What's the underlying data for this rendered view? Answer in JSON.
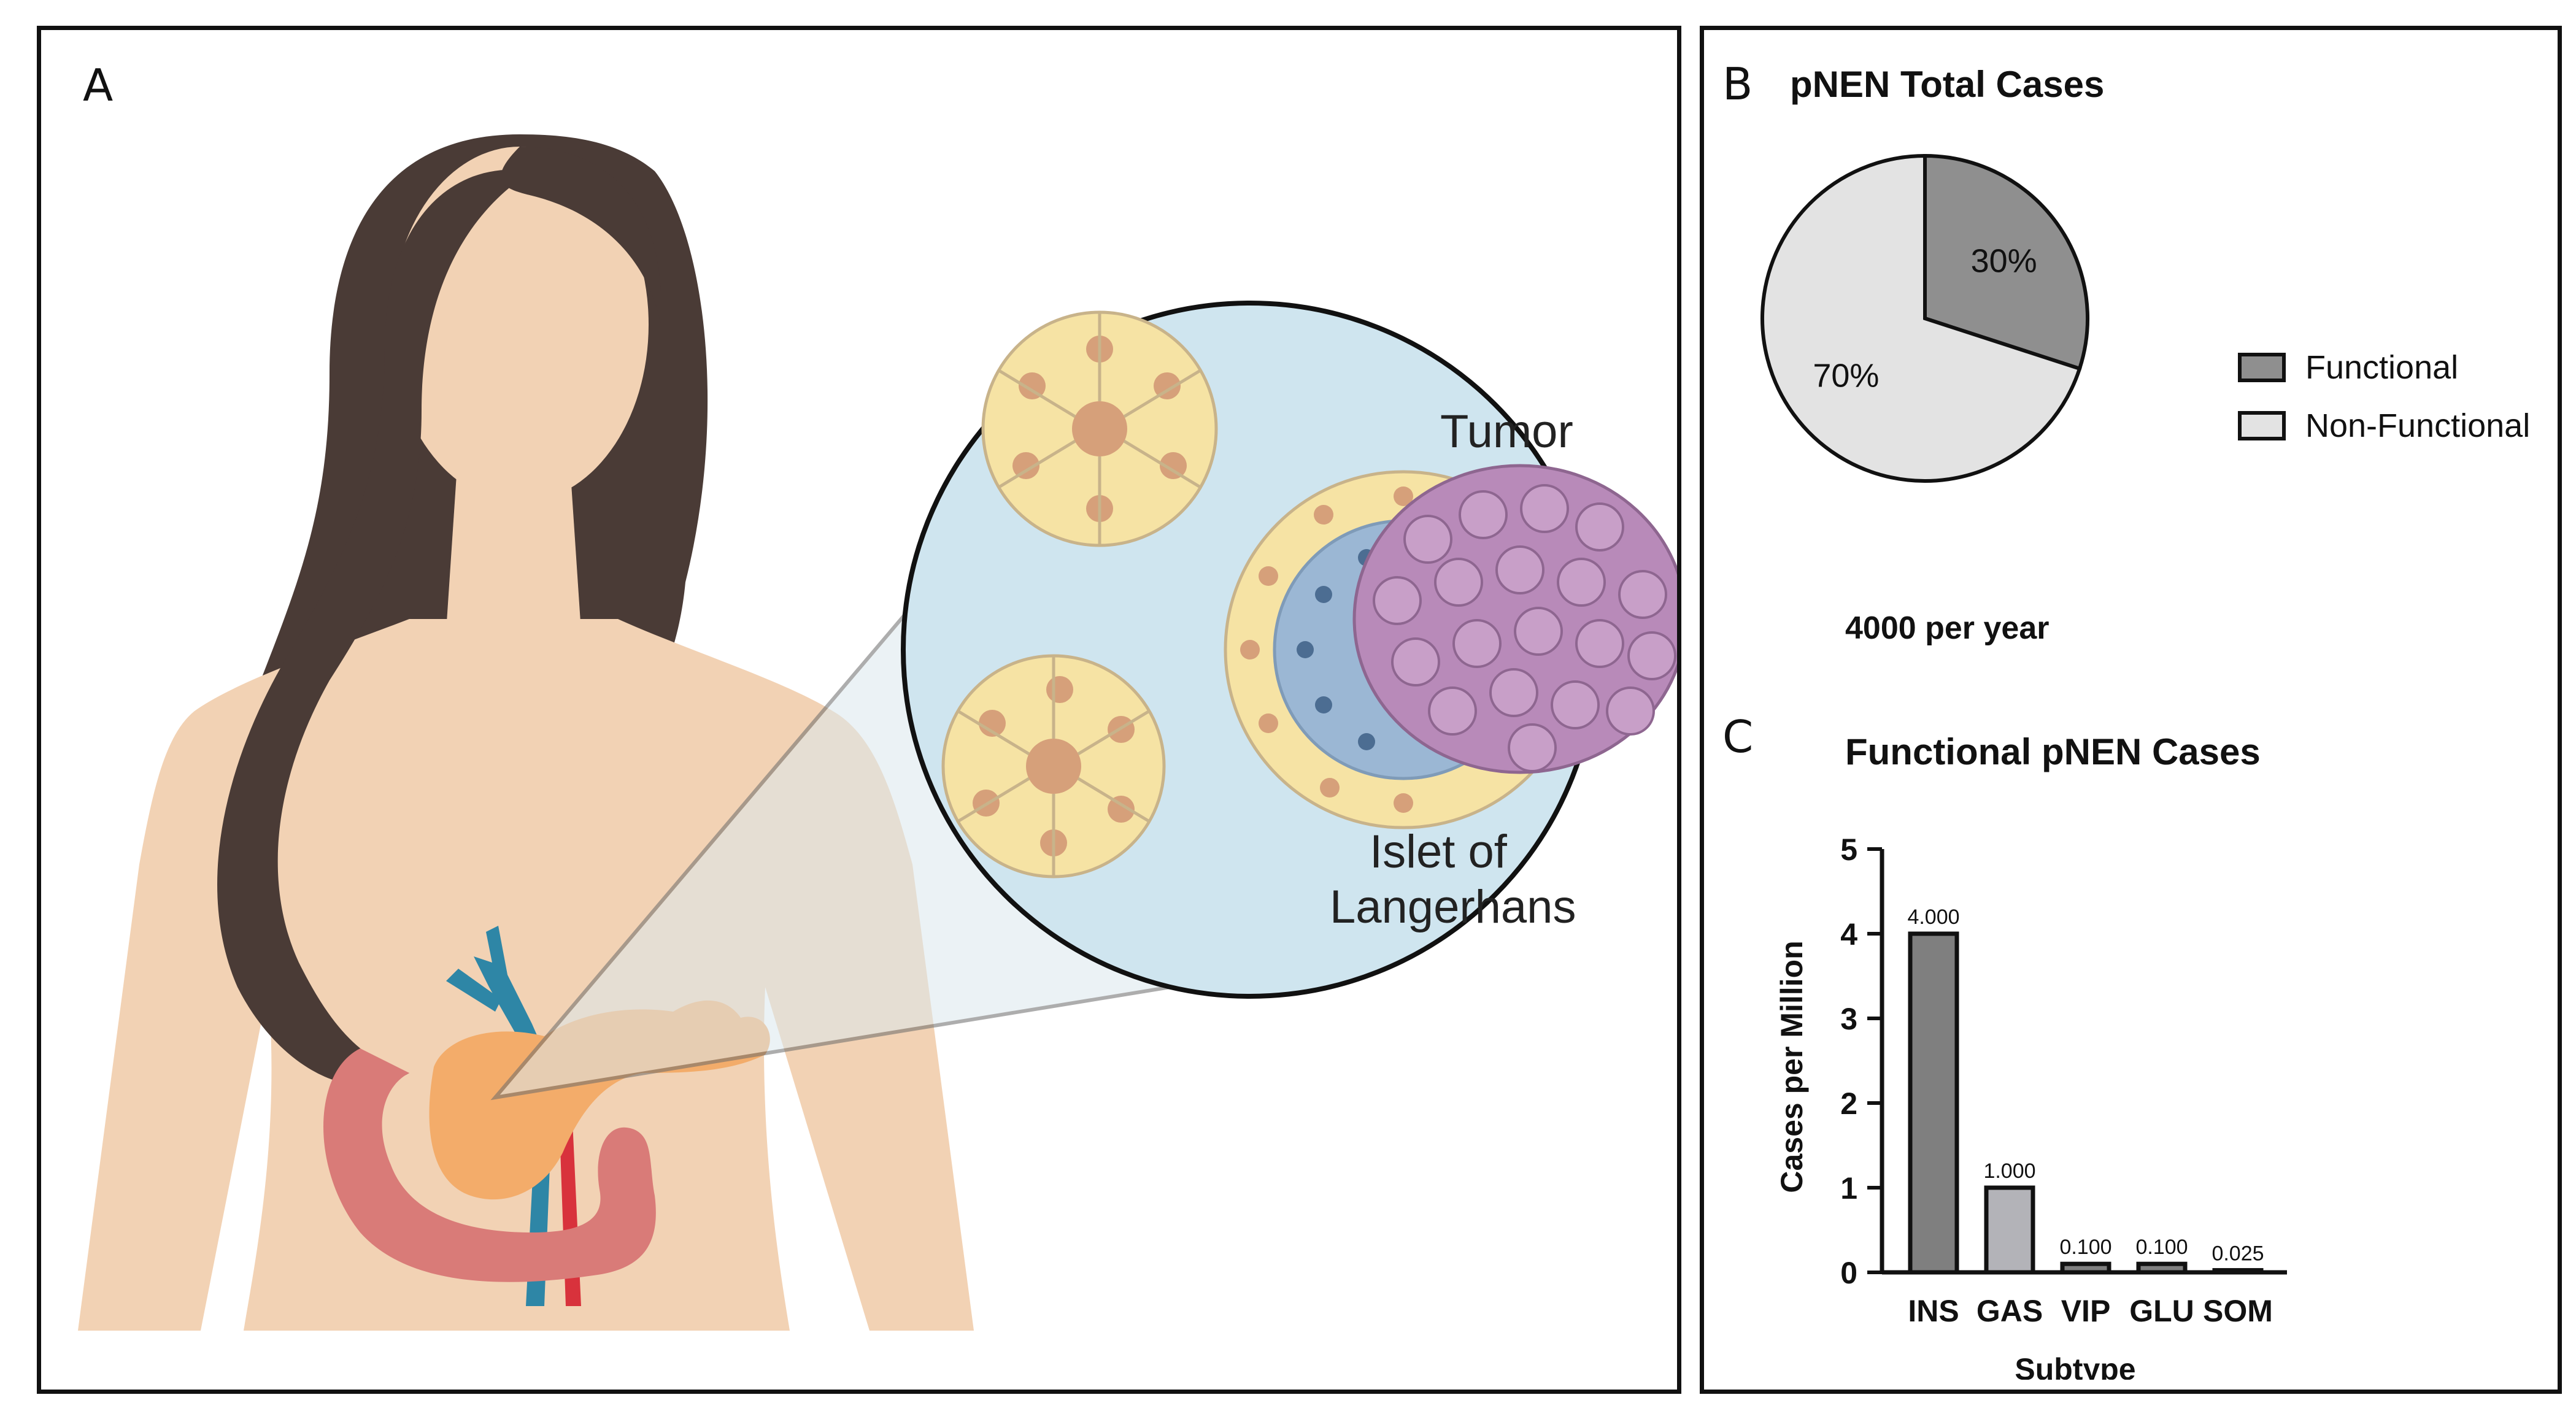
{
  "panel_a": {
    "label": "A",
    "tumor_label": "Tumor",
    "islet_label_line1": "Islet of",
    "islet_label_line2": "Langerhans"
  },
  "panel_b": {
    "label": "B",
    "title": "pNEN Total Cases",
    "pie_labels": [
      "30%",
      "70%"
    ],
    "subtitle": "4000 per year",
    "legend": [
      {
        "name": "Functional",
        "color": "#8f8f8f"
      },
      {
        "name": "Non-Functional",
        "color": "#e3e3e3"
      }
    ]
  },
  "panel_c": {
    "label": "C",
    "title": "Functional pNEN Cases",
    "xlabel": "Subtype",
    "ylabel": "Cases per Million",
    "value_labels": [
      "4.000",
      "1.000",
      "0.100",
      "0.100",
      "0.025"
    ],
    "ytick_labels": [
      "0",
      "1",
      "2",
      "3",
      "4",
      "5"
    ]
  },
  "colors": {
    "skin": "#f2d2b4",
    "hair": "#4a3b36",
    "islet_bg": "#cfe5ef",
    "cell_yellow": "#f6e3a4",
    "cell_blue": "#9bb7d4",
    "cell_purple": "#b88ab9",
    "pancreas": "#f3ac6a",
    "intestine": "#d97b78",
    "vessel_blue": "#2e86a6",
    "vessel_red": "#d8323c"
  },
  "chart_data": [
    {
      "type": "pie",
      "title": "pNEN Total Cases",
      "subtitle": "4000 per year",
      "categories": [
        "Functional",
        "Non-Functional"
      ],
      "values": [
        30,
        70
      ],
      "value_labels": [
        "30%",
        "70%"
      ],
      "colors": [
        "#8f8f8f",
        "#e3e3e3"
      ],
      "legend": "right"
    },
    {
      "type": "bar",
      "title": "Functional pNEN Cases",
      "categories": [
        "INS",
        "GAS",
        "VIP",
        "GLU",
        "SOM"
      ],
      "values": [
        4.0,
        1.0,
        0.1,
        0.1,
        0.025
      ],
      "value_labels": [
        "4.000",
        "1.000",
        "0.100",
        "0.100",
        "0.025"
      ],
      "colors": [
        "#7f7f7f",
        "#b3b3b8",
        "#7f7f7f",
        "#7f7f7f",
        "#7f7f7f"
      ],
      "xlabel": "Subtype",
      "ylabel": "Cases per Million",
      "ylim": [
        0,
        5
      ],
      "yticks": [
        0,
        1,
        2,
        3,
        4,
        5
      ],
      "grid": false
    }
  ]
}
